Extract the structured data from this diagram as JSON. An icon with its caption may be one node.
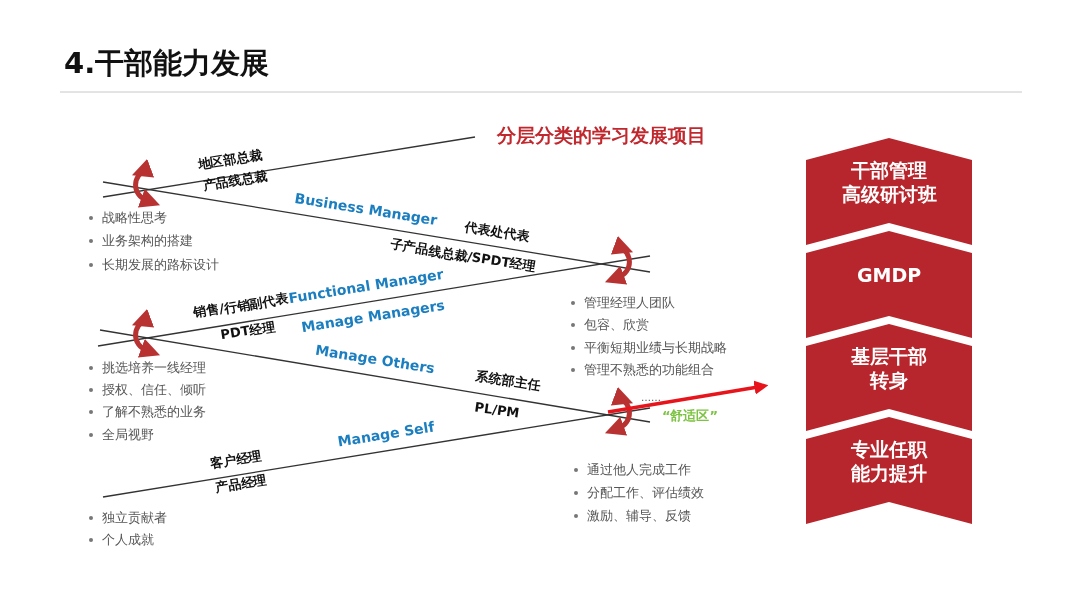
{
  "diagram": {
    "title": "4.干部能力发展",
    "nodes": [
      {
        "text": [
          "干部管理高级研讨班"
        ]
      },
      {
        "text": [
          "GMDP"
        ]
      },
      {
        "text": [
          "基层干部转身"
        ]
      },
      {
        "text": [
          "专业任职能力提升"
        ]
      }
    ],
    "labels": [
      "分层分类的学习发展项目",
      "地区部总裁",
      "产品线总裁",
      "Business Manager",
      "战略性思考",
      "业务架构的搭建",
      "长期发展的路标设计",
      "代表处代表",
      "子产品线总裁/SPDT经理",
      "销售/行销副代表",
      "Functional Manager",
      "PDT经理",
      "Manage Managers",
      "管理经理人团队",
      "包容、欣赏",
      "平衡短期业绩与长期战略",
      "管理不熟悉的功能组合",
      "Manage Others",
      "挑选培养一线经理",
      "授权、信任、倾听",
      "了解不熟悉的业务",
      "全局视野",
      "系统部主任",
      "PL/PM",
      "……",
      "“舒适区”",
      "Manage Self",
      "客户经理",
      "产品经理",
      "通过他人完成工作",
      "分配工作、评估绩效",
      "激励、辅导、反馈",
      "独立贡献者",
      "个人成就"
    ]
  }
}
